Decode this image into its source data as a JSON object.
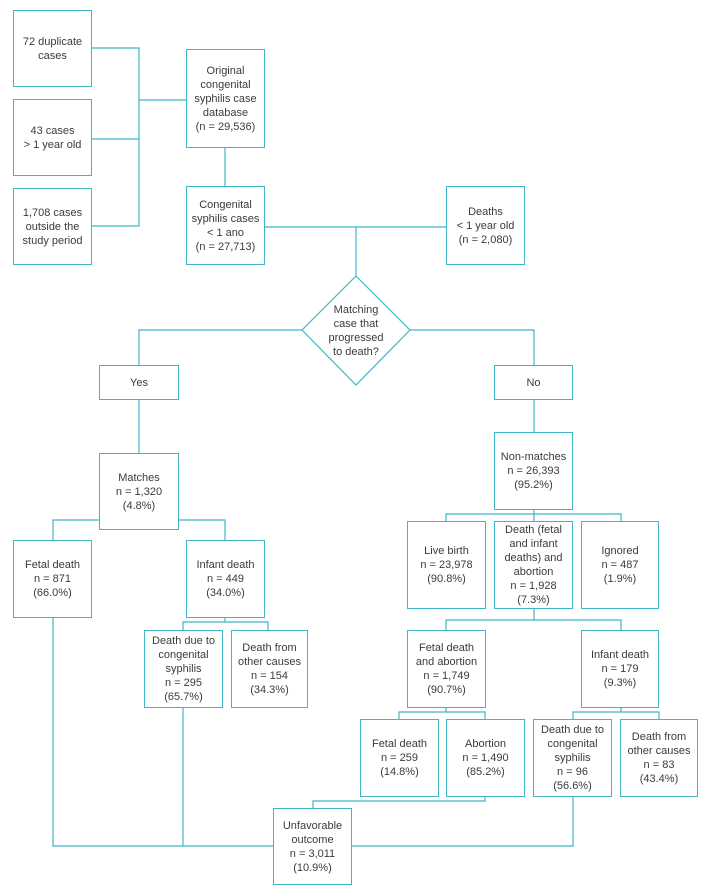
{
  "colors": {
    "line": "#3fb6c6",
    "text": "#3b3b3b"
  },
  "excluded": {
    "duplicates": "72 duplicate\ncases",
    "over_one_year": "43 cases\n> 1 year old",
    "outside_period": "1,708 cases\noutside the\nstudy period"
  },
  "original_db": "Original\ncongenital\nsyphilis case\ndatabase\n(n = 29,536)",
  "cs_cases": "Congenital\nsyphilis cases\n< 1 ano\n(n = 27,713)",
  "deaths": "Deaths\n< 1 year old\n(n = 2,080)",
  "decision": "Matching\ncase that\nprogressed\nto death?",
  "yes": "Yes",
  "no": "No",
  "matches": "Matches\nn = 1,320\n(4.8%)",
  "non_matches": "Non-matches\nn = 26,393\n(95.2%)",
  "fetal_death_yes": "Fetal death\nn = 871\n(66.0%)",
  "infant_death_yes": "Infant death\nn = 449\n(34.0%)",
  "death_cs_yes": "Death due to\ncongenital\nsyphilis\nn = 295\n(65.7%)",
  "death_other_yes": "Death from\nother causes\nn = 154\n(34.3%)",
  "live_birth": "Live birth\nn = 23,978\n(90.8%)",
  "death_abortion": "Death (fetal\nand infant\ndeaths) and\nabortion\nn = 1,928\n(7.3%)",
  "ignored": "Ignored\nn = 487\n(1.9%)",
  "fetal_abortion": "Fetal death\nand abortion\nn = 1,749\n(90.7%)",
  "infant_death_no": "Infant death\nn = 179\n(9.3%)",
  "fetal_death_no": "Fetal death\nn = 259\n(14.8%)",
  "abortion": "Abortion\nn = 1,490\n(85.2%)",
  "death_cs_no": "Death due to\ncongenital\nsyphilis\nn = 96\n(56.6%)",
  "death_other_no": "Death from\nother causes\nn = 83\n(43.4%)",
  "unfavorable": "Unfavorable\noutcome\nn = 3,011\n(10.9%)"
}
